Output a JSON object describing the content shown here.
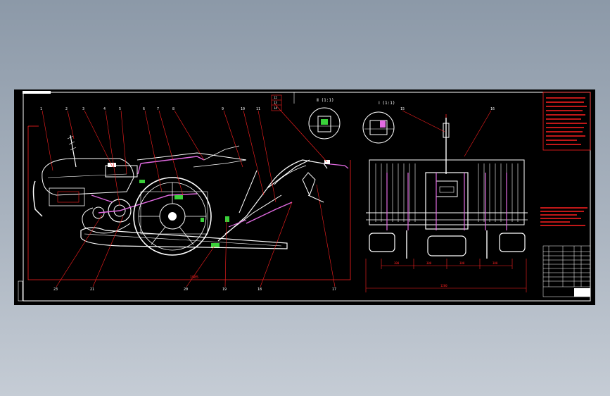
{
  "drawing": {
    "background": "#000000",
    "frame_color": "#ffffff",
    "leader_color": "#ff2020",
    "side_view": {
      "top_labels": [
        "1",
        "2",
        "3",
        "4",
        "5",
        "6",
        "7",
        "8",
        "9",
        "10",
        "11"
      ],
      "bottom_labels": [
        "23",
        "21",
        "20",
        "19",
        "18",
        "17"
      ],
      "dimension_text": "1985"
    },
    "section_views": {
      "view_a": {
        "title": "Ⅰ (1:1)"
      },
      "view_b": {
        "title": "Ⅱ (1:1)"
      }
    },
    "front_view": {
      "top_labels": [
        "15",
        "16"
      ],
      "dimensions": [
        "300",
        "300",
        "300",
        "300",
        "1200"
      ]
    },
    "side_callouts": [
      "12",
      "13",
      "14"
    ],
    "notes_color": "#ff2020"
  }
}
